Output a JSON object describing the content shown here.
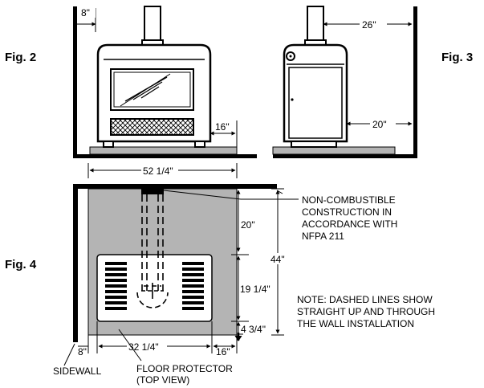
{
  "figures": {
    "fig2": "Fig. 2",
    "fig3": "Fig. 3",
    "fig4": "Fig. 4"
  },
  "dimensions": {
    "rear_8": "8\"",
    "side_16": "16\"",
    "rear_26": "26\"",
    "side_20": "20\"",
    "width_52": "52 1/4\"",
    "front_20": "20\"",
    "depth_44": "44\"",
    "stove_19": "19 1/4\"",
    "back_4": "4 3/4\"",
    "left_8": "8\"",
    "width_32": "32 1/4\"",
    "right_16": "16\""
  },
  "notes": {
    "construction": [
      "NON-COMBUSTIBLE",
      "CONSTRUCTION IN",
      "ACCORDANCE WITH",
      "NFPA 211"
    ],
    "dashed": [
      "NOTE: DASHED LINES SHOW",
      "STRAIGHT UP AND THROUGH",
      "THE WALL INSTALLATION"
    ],
    "sidewall": "SIDEWALL",
    "floor_protector": [
      "FLOOR PROTECTOR",
      "(TOP VIEW)"
    ]
  },
  "colors": {
    "floor_protector": "#b4b4b4",
    "wall": "#000000"
  }
}
